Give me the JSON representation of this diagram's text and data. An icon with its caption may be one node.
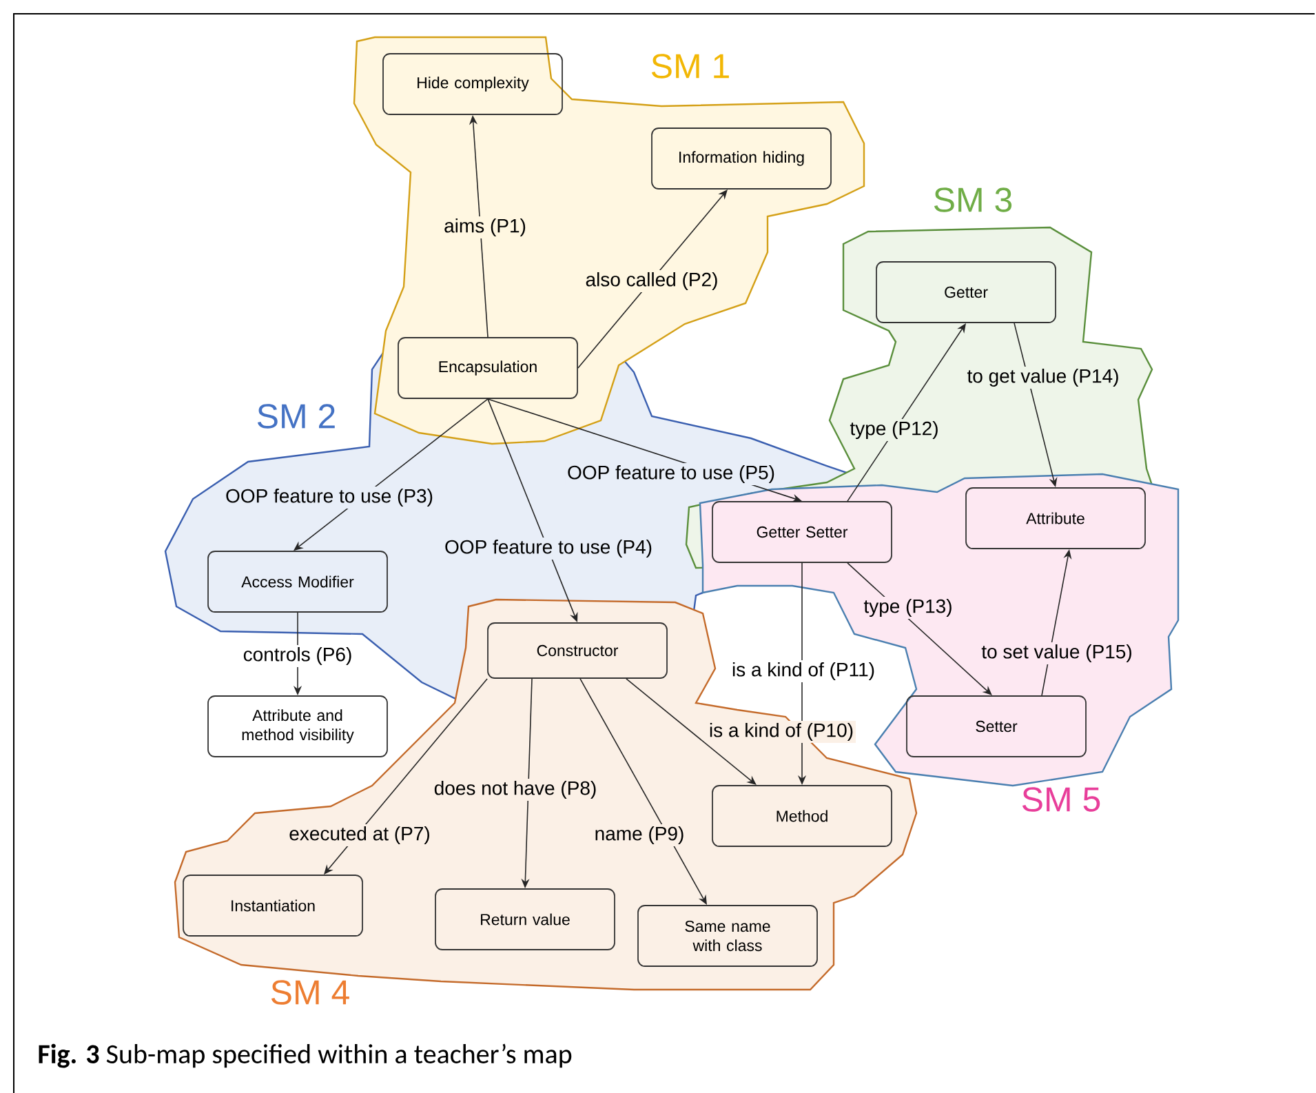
{
  "diagram": {
    "caption": "**Fig. 3** Sub-map specified within a teacher’s map",
    "nodes": [
      {
        "text": [
          "Hide complexity"
        ]
      },
      {
        "text": [
          "Information hiding"
        ]
      },
      {
        "text": [
          "Encapsulation"
        ]
      },
      {
        "text": [
          "Getter"
        ]
      },
      {
        "text": [
          "Getter Setter"
        ]
      },
      {
        "text": [
          "Attribute"
        ]
      },
      {
        "text": [
          "Access Modifier"
        ]
      },
      {
        "text": [
          "Constructor"
        ]
      },
      {
        "text": [
          "Attribute and method visibility"
        ]
      },
      {
        "text": [
          "Setter"
        ]
      },
      {
        "text": [
          "Method"
        ]
      },
      {
        "text": [
          "Instantiation"
        ]
      },
      {
        "text": [
          "Return value"
        ]
      },
      {
        "text": [
          "Same name with class"
        ]
      }
    ],
    "edges": [
      {
        "from": 2,
        "to": 0,
        "arrow": "to",
        "label": "aims (P1)"
      },
      {
        "from": 2,
        "to": 1,
        "arrow": "to",
        "label": "also called (P2)"
      },
      {
        "from": 2,
        "to": 6,
        "arrow": "to",
        "label": "OOP feature to use (P3)"
      },
      {
        "from": 2,
        "to": 7,
        "arrow": "to",
        "label": "OOP feature to use (P4)"
      },
      {
        "from": 2,
        "to": 4,
        "arrow": "to",
        "label": "OOP feature to use (P5)"
      },
      {
        "from": 6,
        "to": 8,
        "arrow": "to",
        "label": "controls (P6)"
      },
      {
        "from": 7,
        "to": 11,
        "arrow": "to",
        "label": "executed at (P7)"
      },
      {
        "from": 7,
        "to": 12,
        "arrow": "to",
        "label": "does not have (P8)"
      },
      {
        "from": 7,
        "to": 13,
        "arrow": "to",
        "label": "name (P9)"
      },
      {
        "from": 7,
        "to": 10,
        "arrow": "to",
        "label": "is a kind of (P10)"
      },
      {
        "from": 4,
        "to": 10,
        "arrow": "to",
        "label": "is a kind of (P11)"
      },
      {
        "from": 4,
        "to": 3,
        "arrow": "to",
        "label": "type (P12)"
      },
      {
        "from": 4,
        "to": 9,
        "arrow": "to",
        "label": "type (P13)"
      },
      {
        "from": 3,
        "to": 5,
        "arrow": "to",
        "label": "to get value (P14)"
      },
      {
        "from": 9,
        "to": 5,
        "arrow": "to",
        "label": "to set value (P15)"
      }
    ],
    "labels": [
      "SM 1",
      "SM 2",
      "SM 3",
      "SM 4",
      "SM 5"
    ]
  }
}
